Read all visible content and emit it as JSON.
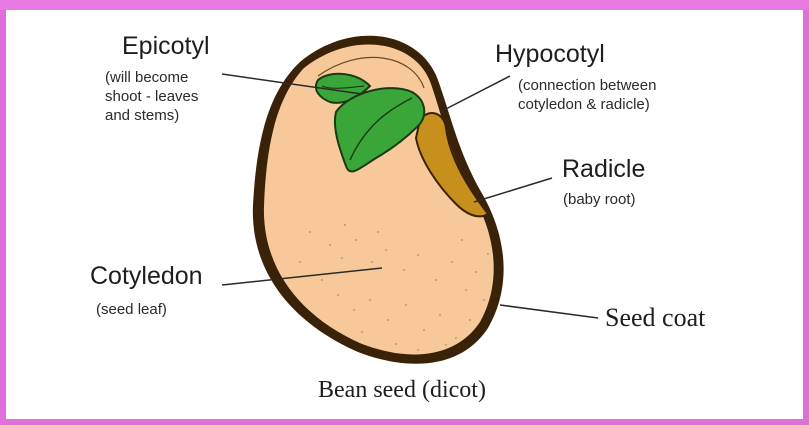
{
  "diagram": {
    "caption": "Bean seed (dicot)",
    "labels": {
      "epicotyl": {
        "title": "Epicotyl",
        "desc_lines": [
          "(will become",
          "shoot - leaves",
          "and stems)"
        ]
      },
      "hypocotyl": {
        "title": "Hypocotyl",
        "desc_lines": [
          "(connection between",
          "cotyledon & radicle)"
        ]
      },
      "radicle": {
        "title": "Radicle",
        "desc": "(baby root)"
      },
      "cotyledon": {
        "title": "Cotyledon",
        "desc": "(seed leaf)"
      },
      "seed_coat": {
        "title": "Seed coat"
      }
    }
  },
  "colors": {
    "border": "#e06fdc",
    "seed_fill": "#f7c99a",
    "seed_outline": "#3a2208",
    "embryo_leaf": "#3aa63a",
    "radicle": "#c78f1b"
  }
}
